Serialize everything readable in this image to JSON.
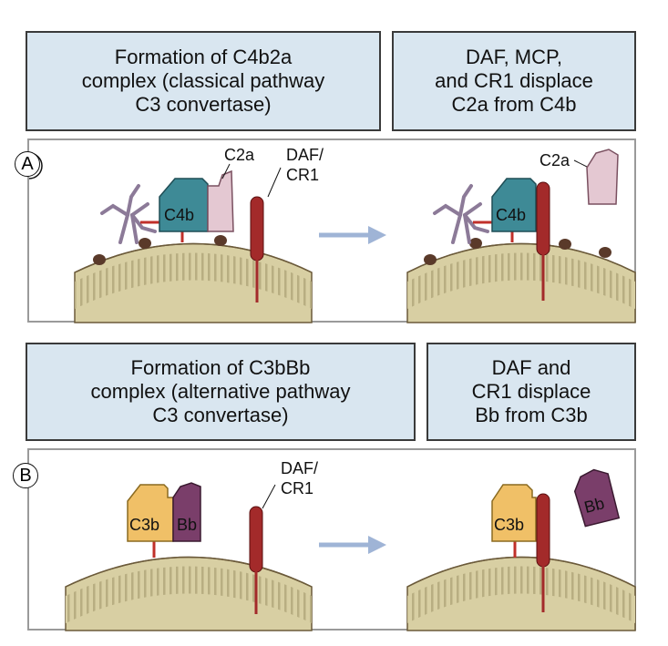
{
  "headers": {
    "top_left": [
      "Formation of C4b2a",
      "complex (classical pathway",
      "C3 convertase)"
    ],
    "top_right": [
      "DAF, MCP,",
      "and CR1 displace",
      "C2a from C4b"
    ],
    "bottom_left": [
      "Formation of C3bBb",
      "complex (alternative pathway",
      "C3 convertase)"
    ],
    "bottom_right": [
      "DAF and",
      "CR1 displace",
      "Bb from C3b"
    ]
  },
  "panel_a": {
    "marker": "A",
    "labels": {
      "c2a": "C2a",
      "daf": "DAF/",
      "cr1": "CR1",
      "c4b": "C4b",
      "c2a_released": "C2a",
      "c4b_right": "C4b"
    }
  },
  "panel_b": {
    "marker": "B",
    "labels": {
      "c3b": "C3b",
      "bb": "Bb",
      "daf": "DAF/",
      "cr1": "CR1",
      "c3b_right": "C3b",
      "bb_released": "Bb"
    }
  },
  "colors": {
    "header_bg": "#d9e6f0",
    "membrane": "#d8cfa3",
    "c4b": "#3e8a96",
    "c2a": "#e4c8d2",
    "c3b": "#f0c067",
    "bb": "#7a3e6a",
    "daf_cr1": "#a32a2a",
    "arrow": "#9fb4d6",
    "antibody": "#8c7a98"
  }
}
